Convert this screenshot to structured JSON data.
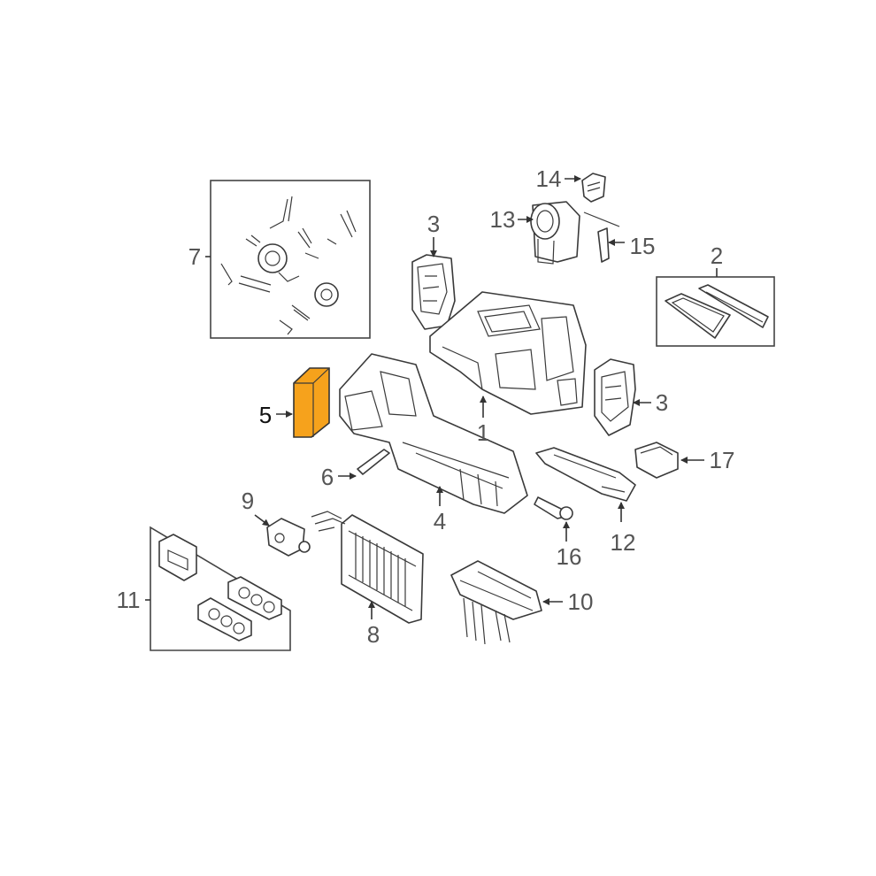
{
  "callouts": {
    "c1": "1",
    "c2": "2",
    "c3a": "3",
    "c3b": "3",
    "c4": "4",
    "c5": "5",
    "c6": "6",
    "c7": "7",
    "c8": "8",
    "c9": "9",
    "c10": "10",
    "c11": "11",
    "c12": "12",
    "c13": "13",
    "c14": "14",
    "c15": "15",
    "c16": "16",
    "c17": "17"
  },
  "highlight_color": "#f6a21c",
  "line_color": "#3a3a3a"
}
